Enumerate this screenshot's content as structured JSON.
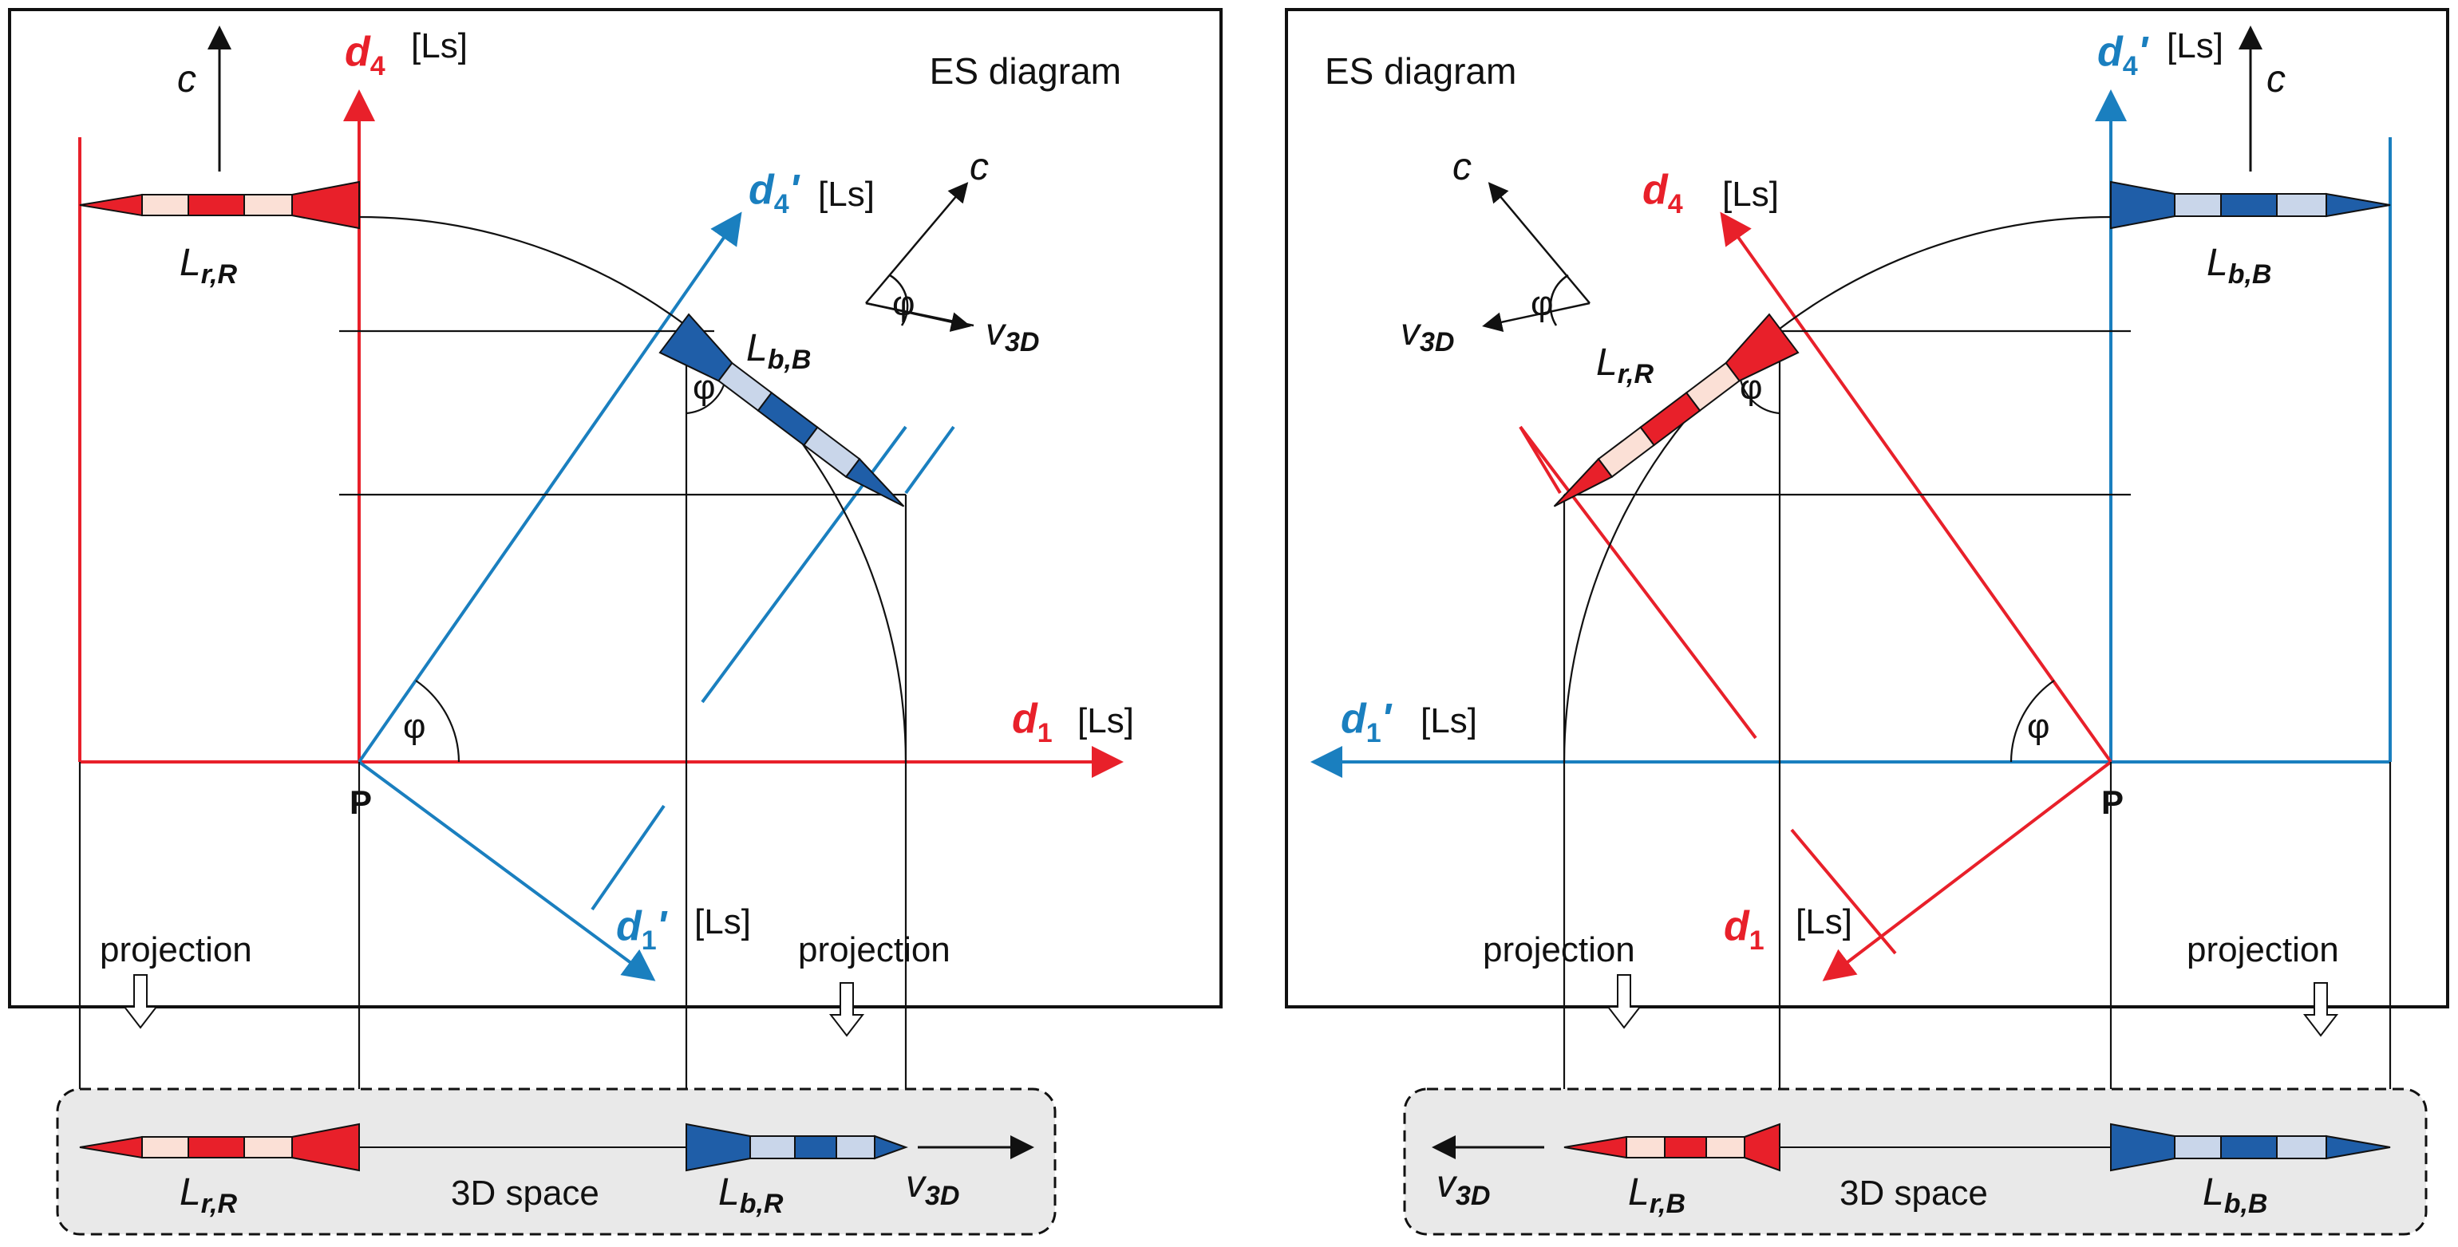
{
  "colors": {
    "red": "#e8202a",
    "blue": "#1a7fbf",
    "dark_blue": "#1f5ea8",
    "light_blue": "#c9d6ea",
    "light_red": "#fbe0d6",
    "panel_grey": "#e9e9e9",
    "line": "#111111"
  },
  "left": {
    "title": "ES diagram",
    "axis_d4": {
      "letter": "d",
      "sub": "4"
    },
    "axis_d1": {
      "letter": "d",
      "sub": "1"
    },
    "axis_d4p": {
      "letter": "d",
      "sub": "4",
      "prime": "'"
    },
    "axis_d1p": {
      "letter": "d",
      "sub": "1",
      "prime": "'"
    },
    "unit": "[Ls]",
    "origin": "P",
    "c_label": "c",
    "v_label": "v",
    "v_sub": "3D",
    "phi": "φ",
    "rocket_red_label": {
      "L": "L",
      "sub": "r,R"
    },
    "rocket_blue_label": {
      "L": "L",
      "sub": "b,B"
    },
    "projection_left": "projection",
    "projection_right": "projection",
    "space": {
      "label": "3D space",
      "red": {
        "L": "L",
        "sub": "r,R"
      },
      "blue": {
        "L": "L",
        "sub": "b,R"
      },
      "v": "v",
      "v_sub": "3D"
    }
  },
  "right": {
    "title": "ES diagram",
    "axis_d4": {
      "letter": "d",
      "sub": "4"
    },
    "axis_d1": {
      "letter": "d",
      "sub": "1"
    },
    "axis_d4p": {
      "letter": "d",
      "sub": "4",
      "prime": "'"
    },
    "axis_d1p": {
      "letter": "d",
      "sub": "1",
      "prime": "'"
    },
    "unit": "[Ls]",
    "origin": "P",
    "c_label": "c",
    "v_label": "v",
    "v_sub": "3D",
    "phi": "φ",
    "rocket_red_label": {
      "L": "L",
      "sub": "r,R"
    },
    "rocket_blue_label": {
      "L": "L",
      "sub": "b,B"
    },
    "projection_left": "projection",
    "projection_right": "projection",
    "space": {
      "label": "3D space",
      "red": {
        "L": "L",
        "sub": "r,B"
      },
      "blue": {
        "L": "L",
        "sub": "b,B"
      },
      "v": "v",
      "v_sub": "3D"
    }
  }
}
